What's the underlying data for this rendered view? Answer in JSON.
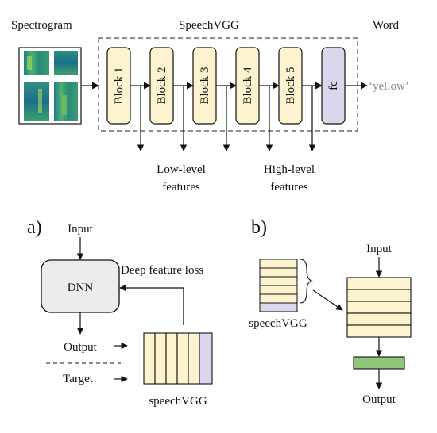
{
  "top": {
    "spectrogram_label": "Spectrogram",
    "model_label": "SpeechVGG",
    "word_label": "Word",
    "blocks": [
      "Block 1",
      "Block 2",
      "Block 3",
      "Block 4",
      "Block 5",
      "fc"
    ],
    "output_word": "‘yellow’",
    "low_level_line1": "Low-level",
    "low_level_line2": "features",
    "high_level_line1": "High-level",
    "high_level_line2": "features"
  },
  "panel_a": {
    "tag": "a)",
    "input_label": "Input",
    "dnn_label": "DNN",
    "loss_label": "Deep feature loss",
    "output_label": "Output",
    "target_label": "Target",
    "speechvgg_label": "speechVGG"
  },
  "panel_b": {
    "tag": "b)",
    "input_label": "Input",
    "speechvgg_label": "speechVGG",
    "output_label": "Output"
  },
  "colors": {
    "block_fill": "#fdf3cf",
    "fc_fill": "#dcd6ec",
    "dnn_fill": "#ececec",
    "green_fill": "#8fc878"
  }
}
